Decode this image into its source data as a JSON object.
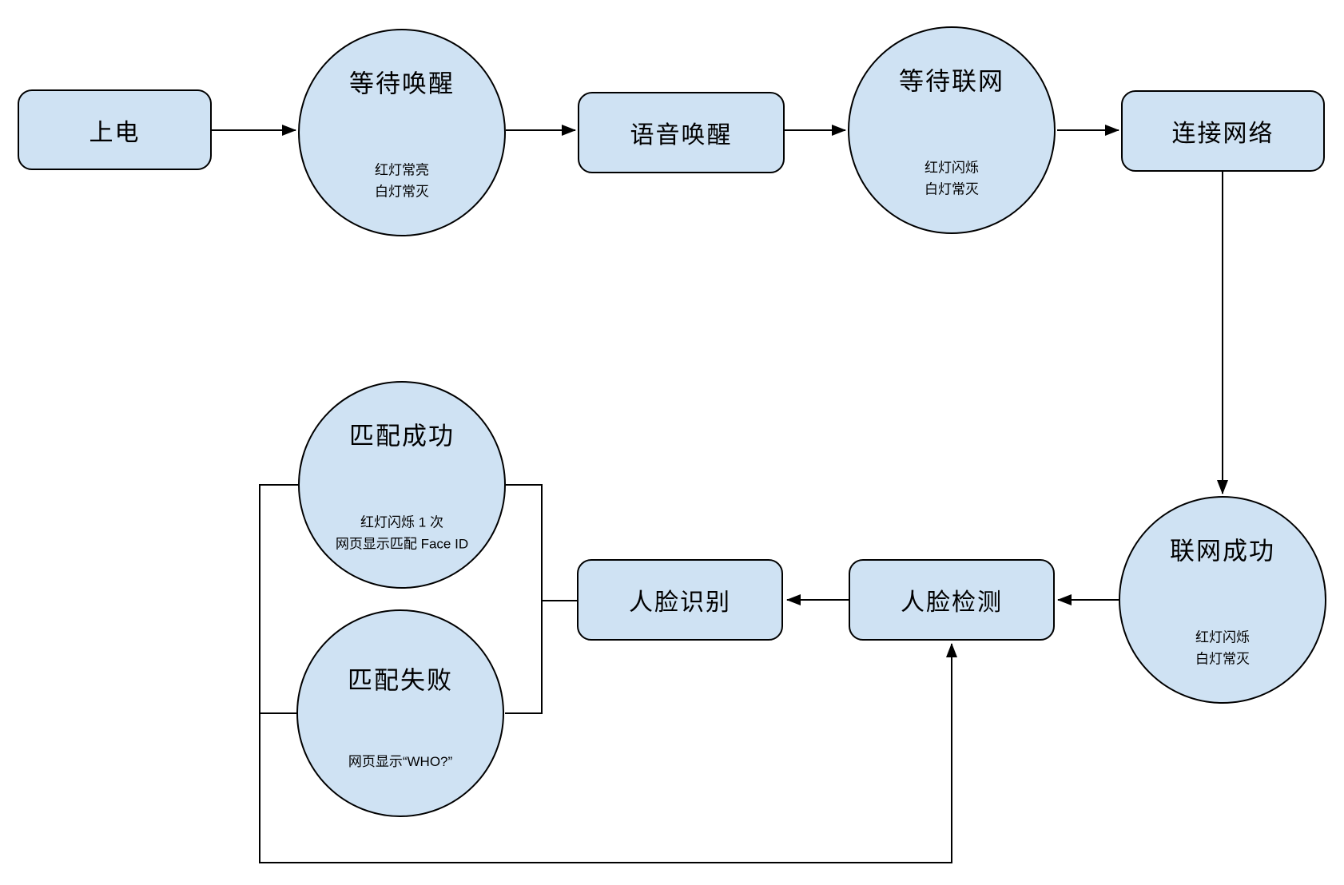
{
  "diagram": {
    "background_color": "#ffffff",
    "node_fill_color": "#cfe2f3",
    "node_border_color": "#000000",
    "nodes": {
      "power_on": {
        "label": "上电"
      },
      "wait_wake": {
        "title": "等待唤醒",
        "subtext": "红灯常亮\n白灯常灭"
      },
      "voice_wake": {
        "label": "语音唤醒"
      },
      "wait_network": {
        "title": "等待联网",
        "subtext": "红灯闪烁\n白灯常灭"
      },
      "connect_network": {
        "label": "连接网络"
      },
      "network_success": {
        "title": "联网成功",
        "subtext": "红灯闪烁\n白灯常灭"
      },
      "face_detect": {
        "label": "人脸检测"
      },
      "face_recognize": {
        "label": "人脸识别"
      },
      "match_success": {
        "title": "匹配成功",
        "subtext": "红灯闪烁 1 次\n网页显示匹配 Face ID"
      },
      "match_fail": {
        "title": "匹配失败",
        "subtext": "网页显示“WHO?”"
      }
    }
  }
}
